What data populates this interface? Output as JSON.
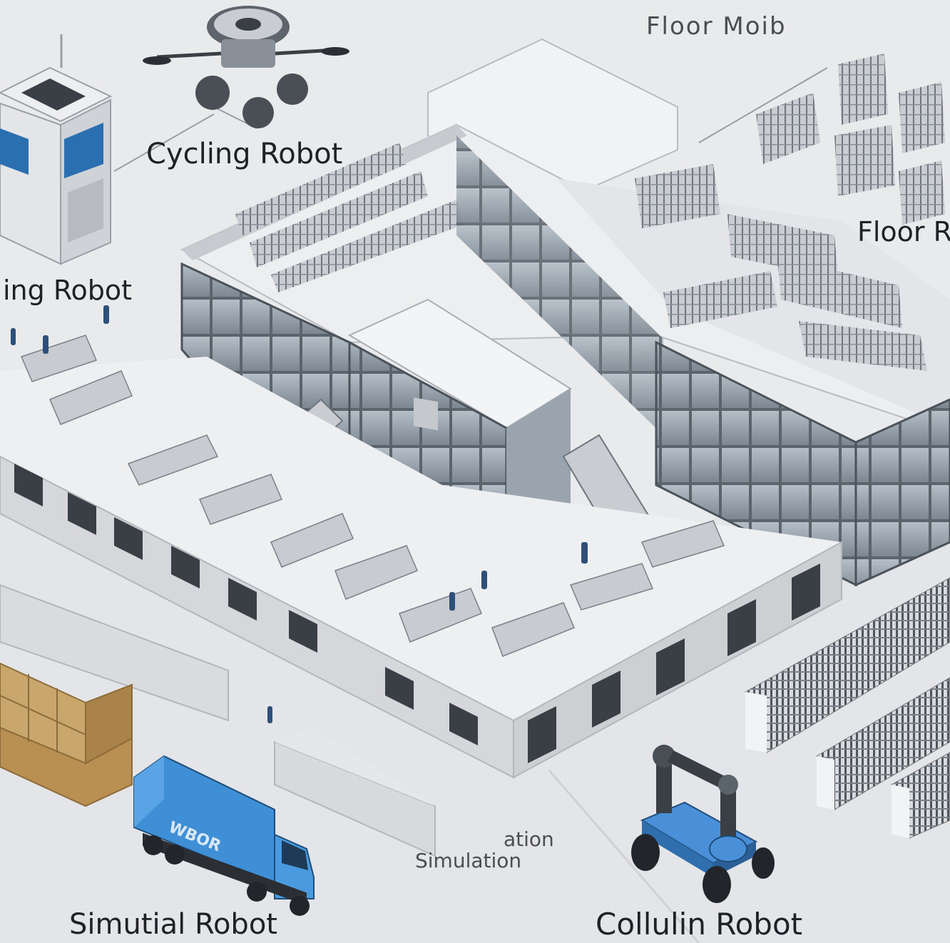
{
  "labels": {
    "floor_top": "Floor Moib",
    "cycling_robot": "Cycling Robot",
    "ing_robot": "ing Robot",
    "floor_right": "Floor R",
    "simulation_small": "Simulation",
    "ation_small": "ation",
    "simutial_robot": "Simutial Robot",
    "collulin_robot": "Collulin Robot"
  },
  "truck": {
    "brand": "WBOR"
  },
  "colors": {
    "background": "#e9eaec",
    "building_wall": "#d7d9dc",
    "building_roof": "#f1f2f3",
    "glass": "#8f9aa6",
    "truck_blue": "#3f8fd6",
    "robot_blue": "#4a90d9",
    "boxes": "#c9a66b"
  },
  "icons": [
    "kiosk-robot-icon",
    "drone-robot-icon",
    "delivery-truck-icon",
    "robot-arm-cart-icon",
    "server-rack-icon",
    "cardboard-boxes-icon"
  ]
}
